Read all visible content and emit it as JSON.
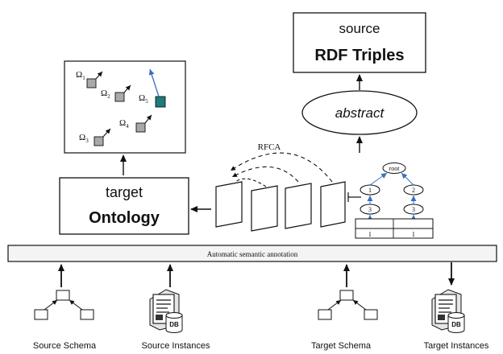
{
  "rdf_box": {
    "line1": "source",
    "line2": "RDF Triples"
  },
  "abstract_label": "abstract",
  "ontology_box": {
    "line1": "target",
    "line2": "Ontology"
  },
  "rfca_label": "RFCA",
  "annotation_bar_label": "Automatic semantic annotation",
  "tree": {
    "root": "root",
    "node1": "1",
    "node2": "2",
    "node3a": "3",
    "node3b": "3",
    "leaf_a": "I",
    "leaf_b": "I"
  },
  "ontology_graph": {
    "omega1": "Ω",
    "sub1": "1",
    "omega2": "Ω",
    "sub2": "2",
    "omega3": "Ω",
    "sub3": "3",
    "omega4": "Ω",
    "sub4": "4",
    "omega5": "Ω",
    "sub5": "5"
  },
  "db_label_1": "DB",
  "db_label_2": "DB",
  "bottom_labels": {
    "source_schema": "Source Schema",
    "source_instances": "Source Instances",
    "target_schema": "Target Schema",
    "target_instances": "Target Instances"
  },
  "colors": {
    "line": "#111111",
    "node_fill": "#a9a9a9",
    "node_highlight": "#1e7b7b",
    "blue_arrow": "#3a6ec2",
    "bar_fill": "#f4f4f4"
  }
}
